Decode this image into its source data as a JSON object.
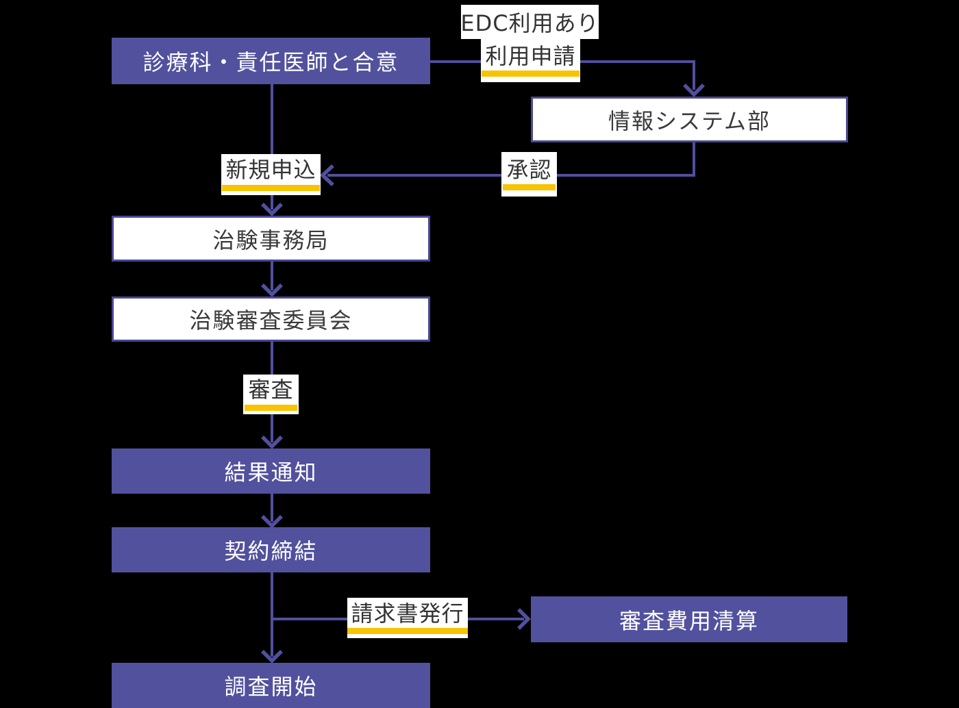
{
  "diagram": {
    "title_context": "clinical-trial application flowchart",
    "nodes": {
      "agreement": "診療科・責任医師と合意",
      "info_system_dept": "情報システム部",
      "trial_office": "治験事務局",
      "irb": "治験審査委員会",
      "result_notice": "結果通知",
      "contract": "契約締結",
      "fee_settlement": "審査費用清算",
      "survey_start": "調査開始"
    },
    "labels": {
      "edc_note": "EDC利用あり",
      "usage_application": "利用申請",
      "approval": "承認",
      "new_application": "新規申込",
      "review": "審査",
      "invoice_issue": "請求書発行"
    },
    "colors": {
      "background": "#000000",
      "box_fill_purple": "#52519e",
      "box_border_purple": "#4a4896",
      "connector_purple": "#514f9e",
      "underline_yellow": "#f8c301",
      "label_text": "#333333",
      "box_text_light": "#ffffff"
    }
  }
}
